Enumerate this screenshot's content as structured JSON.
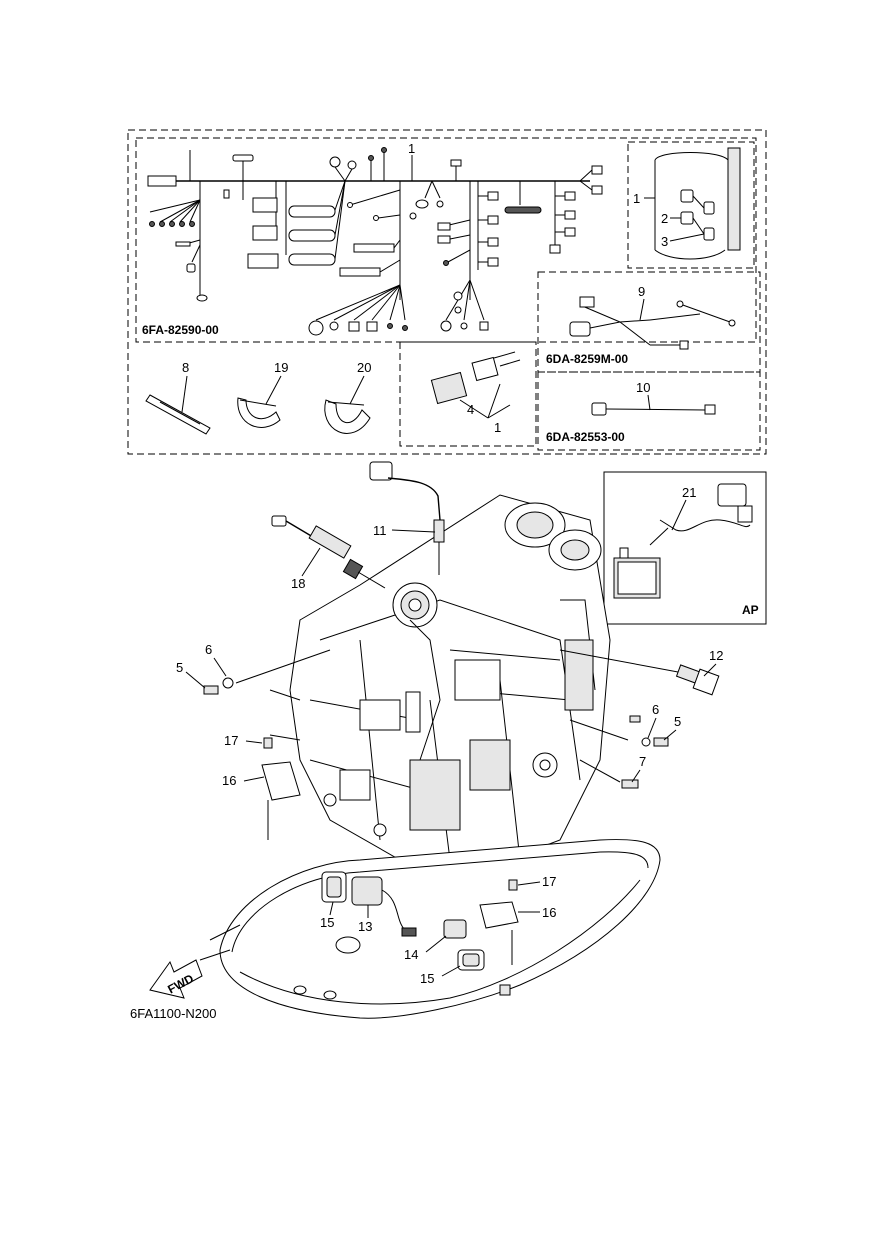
{
  "diagram": {
    "callouts": {
      "c1_top": "1",
      "c1_inset": "1",
      "c2_inset": "2",
      "c3_inset": "3",
      "c9": "9",
      "c10": "10",
      "c8": "8",
      "c19": "19",
      "c20": "20",
      "c4": "4",
      "c1_conn": "1",
      "c11": "11",
      "c18": "18",
      "c21": "21",
      "c6_left": "6",
      "c5_left": "5",
      "c12": "12",
      "c6_right": "6",
      "c5_right": "5",
      "c17_left": "17",
      "c16_left": "16",
      "c7": "7",
      "c17_right": "17",
      "c16_right": "16",
      "c15_left": "15",
      "c13": "13",
      "c14": "14",
      "c15_right": "15"
    },
    "part_codes": {
      "harness_main": "6FA-82590-00",
      "harness_sub": "6DA-8259M-00",
      "lead_wire": "6DA-82553-00"
    },
    "ap_label": "AP",
    "fwd_label": "FWD",
    "figure_id": "6FA1100-N200"
  }
}
